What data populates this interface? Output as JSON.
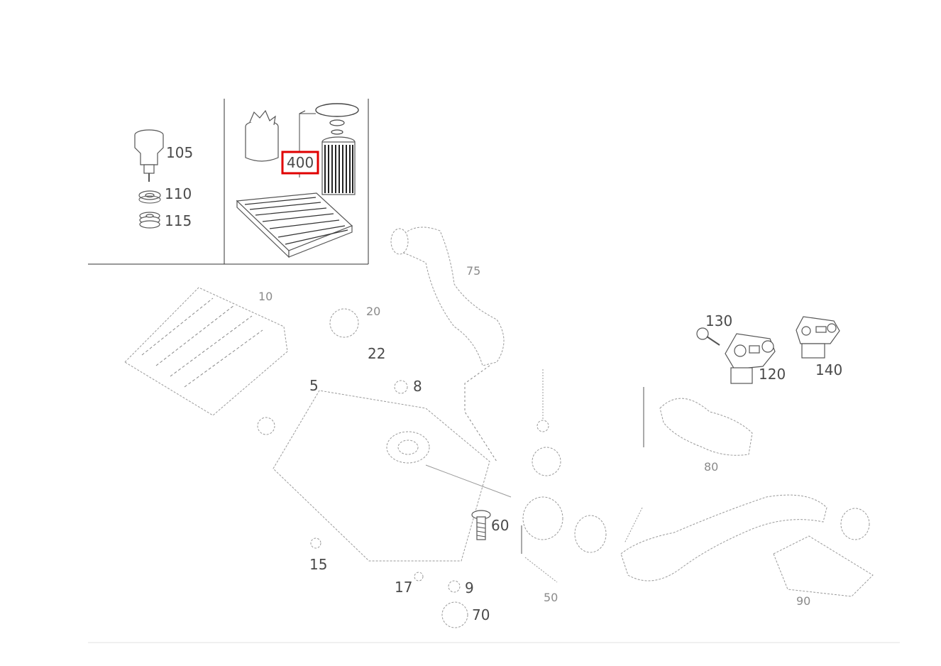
{
  "diagram": {
    "highlight_color": "#e00000",
    "highlighted_label": "400",
    "labels": {
      "p105": "105",
      "p110": "110",
      "p115": "115",
      "p400": "400",
      "p75": "75",
      "p20": "20",
      "p22": "22",
      "p5": "5",
      "p8": "8",
      "p130": "130",
      "p120": "120",
      "p140": "140",
      "p60": "60",
      "p15": "15",
      "p17": "17",
      "p9": "9",
      "p70": "70",
      "p50": "50",
      "p80": "80",
      "p90": "90",
      "p10": "10"
    }
  }
}
